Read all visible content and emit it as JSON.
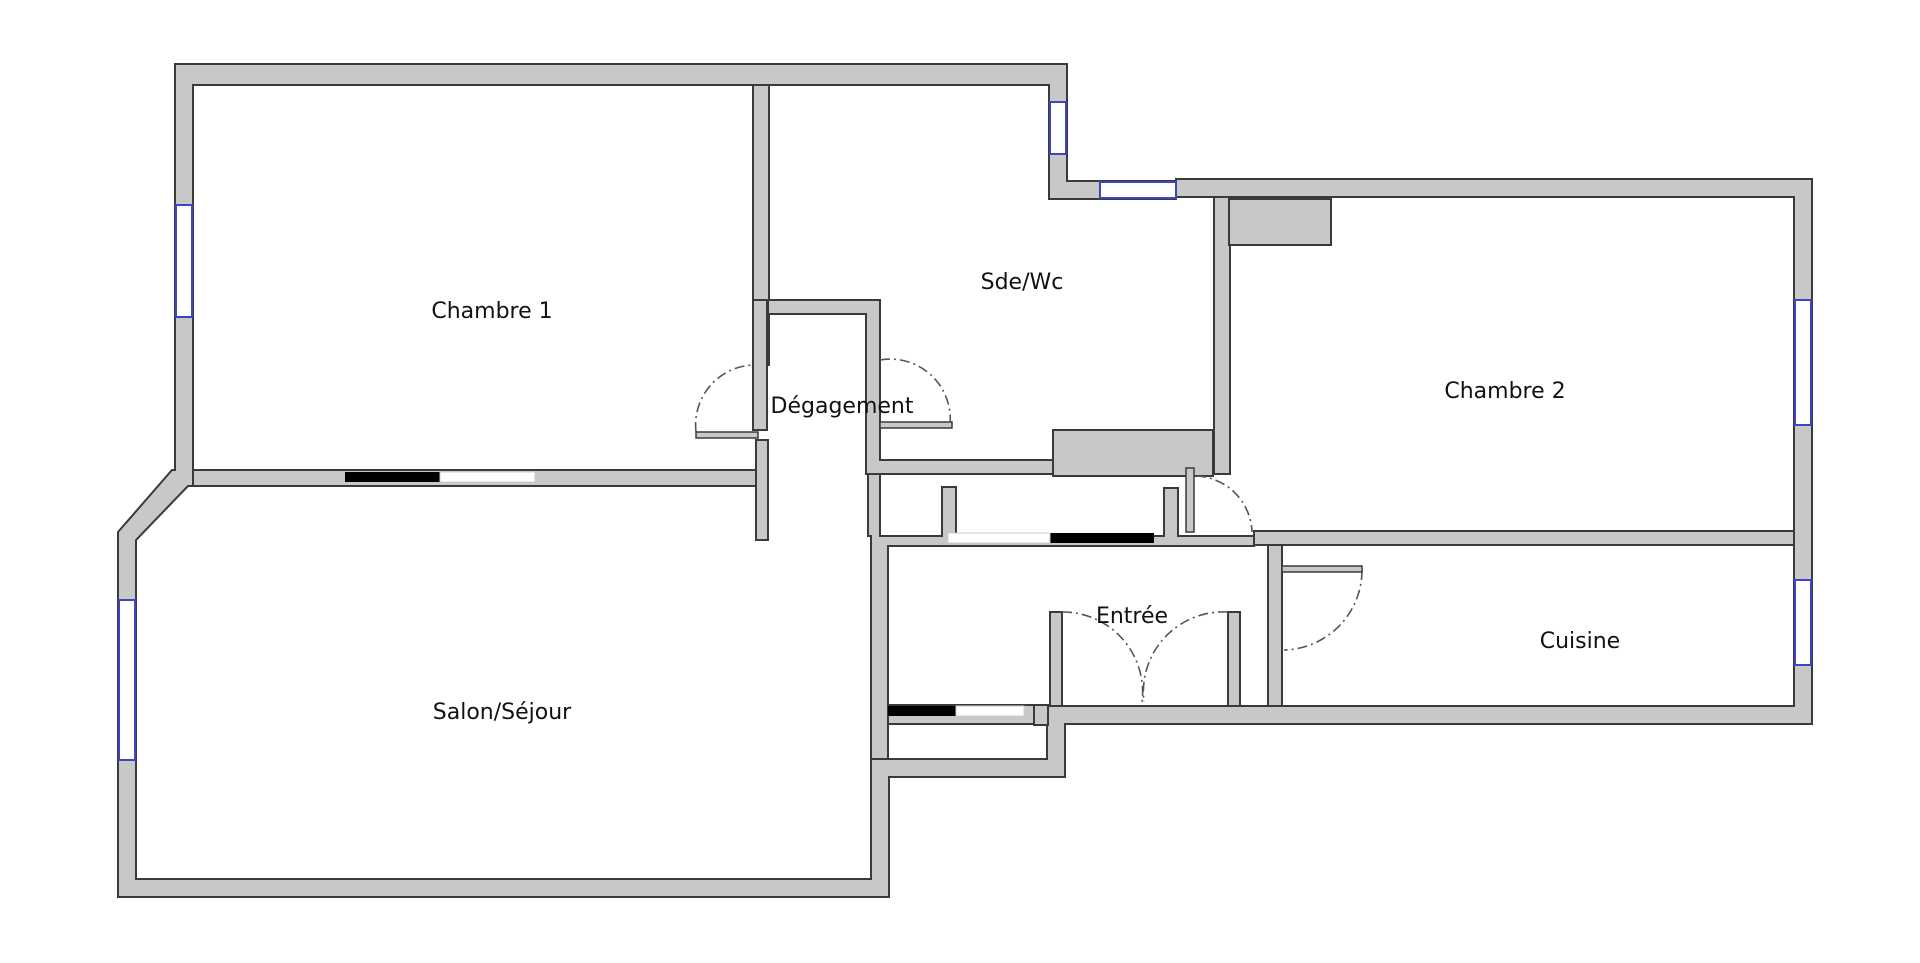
{
  "floor_plan": {
    "rooms": [
      {
        "id": "chambre-1",
        "label": "Chambre 1"
      },
      {
        "id": "sde-wc",
        "label": "Sde/Wc"
      },
      {
        "id": "degagement",
        "label": "Dégagement"
      },
      {
        "id": "chambre-2",
        "label": "Chambre 2"
      },
      {
        "id": "entree",
        "label": "Entrée"
      },
      {
        "id": "cuisine",
        "label": "Cuisine"
      },
      {
        "id": "salon-sejour",
        "label": "Salon/Séjour"
      }
    ],
    "colors": {
      "wall_fill": "#c8c8c8",
      "wall_stroke": "#3a3a3a",
      "window": "#3a46c4",
      "door_arc": "#555555",
      "sliding_door": "#000000",
      "background": "#ffffff"
    }
  }
}
